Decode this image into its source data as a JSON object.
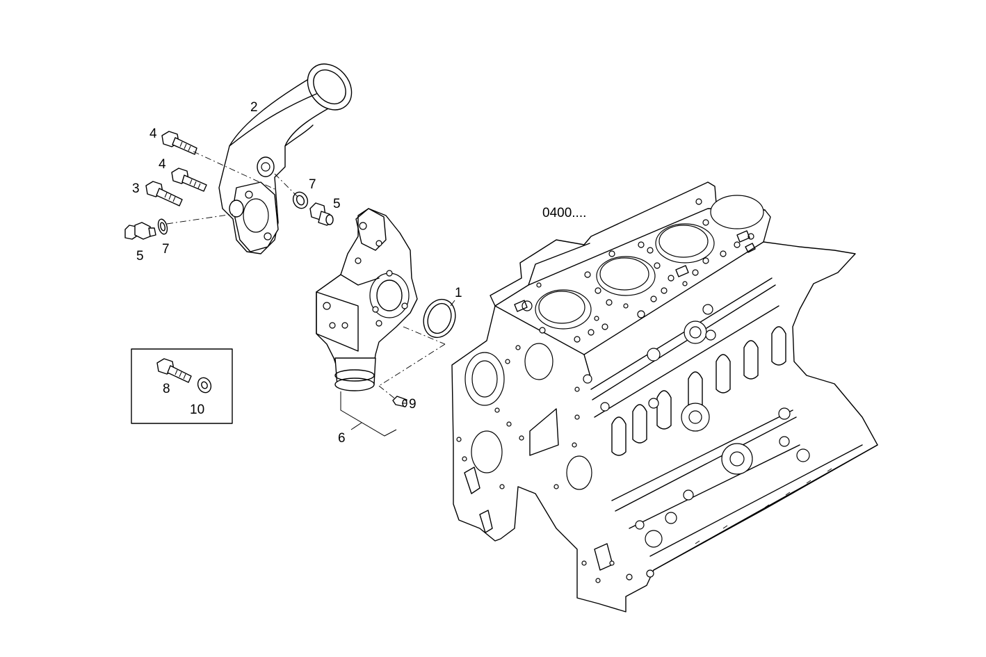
{
  "reference": "0400....",
  "callouts": {
    "c1": "1",
    "c2": "2",
    "c3": "3",
    "c4a": "4",
    "c4b": "4",
    "c5a": "5",
    "c5b": "5",
    "c6": "6",
    "c7a": "7",
    "c7b": "7",
    "c8": "8",
    "c9": "9",
    "c10": "10"
  }
}
